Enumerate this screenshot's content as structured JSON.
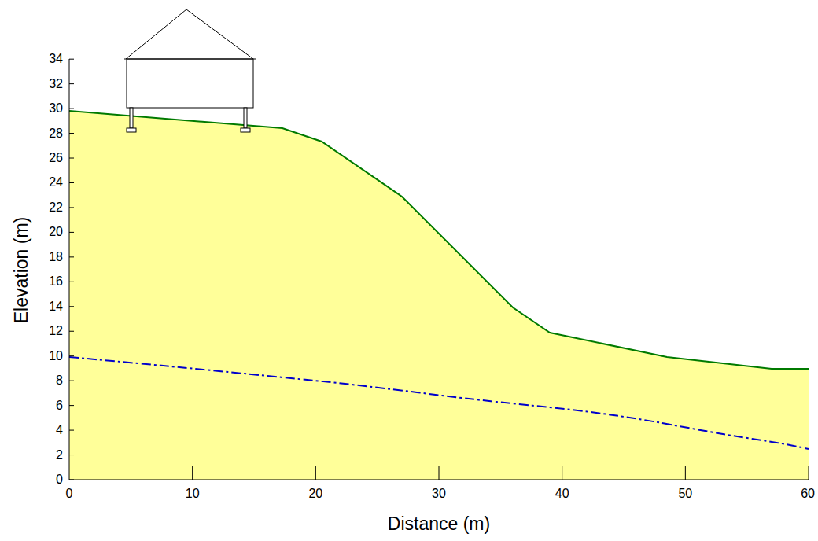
{
  "diagram": {
    "labels": [
      "0",
      "2",
      "4",
      "6",
      "8",
      "10",
      "12",
      "14",
      "16",
      "18",
      "20",
      "22",
      "24",
      "26",
      "28",
      "30",
      "32",
      "34",
      "0",
      "10",
      "20",
      "30",
      "40",
      "50",
      "60",
      "Elevation (m)",
      "Distance (m)"
    ]
  }
}
